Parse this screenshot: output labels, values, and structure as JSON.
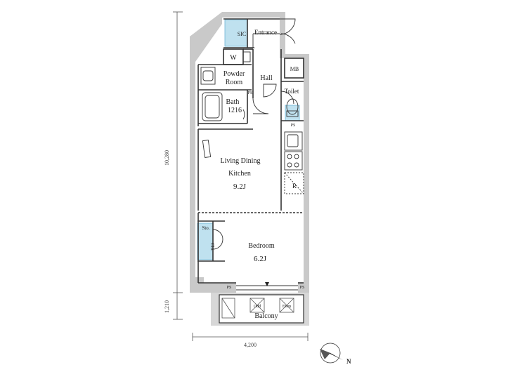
{
  "plan": {
    "rooms": {
      "sic": "SIC",
      "entrance": "Entrance",
      "w": "W",
      "powder_line1": "Powder",
      "powder_line2": "Room",
      "hall": "Hall",
      "mb": "MB",
      "toilet": "Toilet",
      "bath_line1": "Bath",
      "bath_line2": "1216",
      "ps_bath": "PS",
      "ps_kitchen": "PS",
      "ldk_line1": "Living Dining",
      "ldk_line2": "Kitchen",
      "ldk_size": "9.2J",
      "r": "R",
      "sto": "Sto.",
      "clo": "Clo.",
      "bedroom": "Bedroom",
      "bedroom_size": "6.2J",
      "ps_left": "PS",
      "ps_right": "PS",
      "odd": "Odd",
      "even": "Even",
      "balcony": "Balcony"
    },
    "dimensions": {
      "height_main": "10,280",
      "height_balcony": "1,210",
      "width": "4,200"
    },
    "compass": {
      "label": "N"
    },
    "colors": {
      "wall": "#c9c9c9",
      "wall_dark": "#b5b5b5",
      "line": "#333333",
      "accent": "#bfe1ef",
      "accent_stroke": "#6cb4d4"
    }
  }
}
